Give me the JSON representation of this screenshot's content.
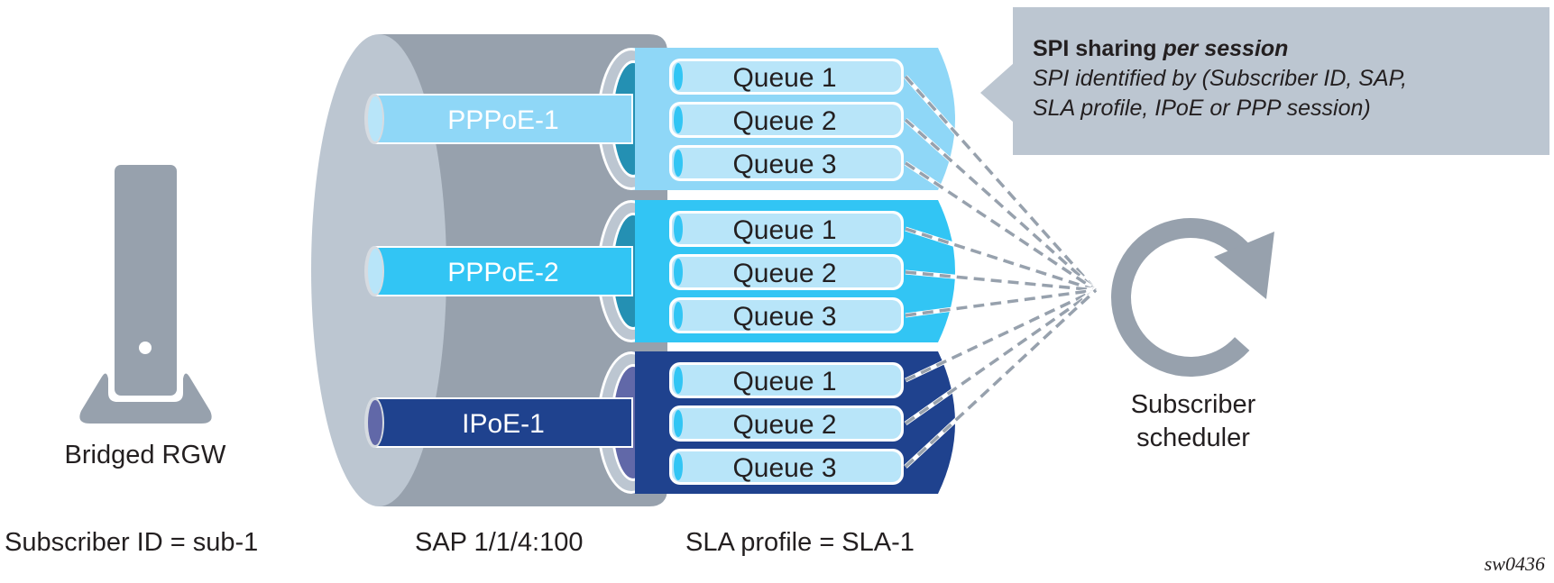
{
  "colors": {
    "sap_front": "#bcc6d1",
    "sap_body": "#97a1ad",
    "sla_pppoe1": "#8fd7f7",
    "sla_pppoe2": "#32c5f4",
    "sla_ipoe1": "#1f428e",
    "inner_pppoe": "#2490b3",
    "inner_ipoe": "#6168a8",
    "queue_fill": "#b8e5f9",
    "queue_cap": "#32c5f4",
    "scheduler": "#97a1ad",
    "callout_bg": "#bcc6d1"
  },
  "rgw": {
    "label": "Bridged RGW",
    "icon": "router-gateway-icon"
  },
  "subscriber_id_label": "Subscriber ID = sub-1",
  "sap_label": "SAP 1/1/4:100",
  "sla_profile_label": "SLA profile = SLA-1",
  "sessions": [
    {
      "name": "PPPoE-1",
      "queues": [
        "Queue 1",
        "Queue 2",
        "Queue 3"
      ]
    },
    {
      "name": "PPPoE-2",
      "queues": [
        "Queue 1",
        "Queue 2",
        "Queue 3"
      ]
    },
    {
      "name": "IPoE-1",
      "queues": [
        "Queue 1",
        "Queue 2",
        "Queue 3"
      ]
    }
  ],
  "scheduler": {
    "label_line1": "Subscriber",
    "label_line2": "scheduler",
    "icon": "refresh-cycle-icon"
  },
  "callout": {
    "title_bold": "SPI sharing ",
    "title_italic": "per session",
    "body_line1": "SPI identified by (Subscriber ID, SAP,",
    "body_line2": "SLA profile, IPoE or PPP session)"
  },
  "figure_id": "sw0436"
}
